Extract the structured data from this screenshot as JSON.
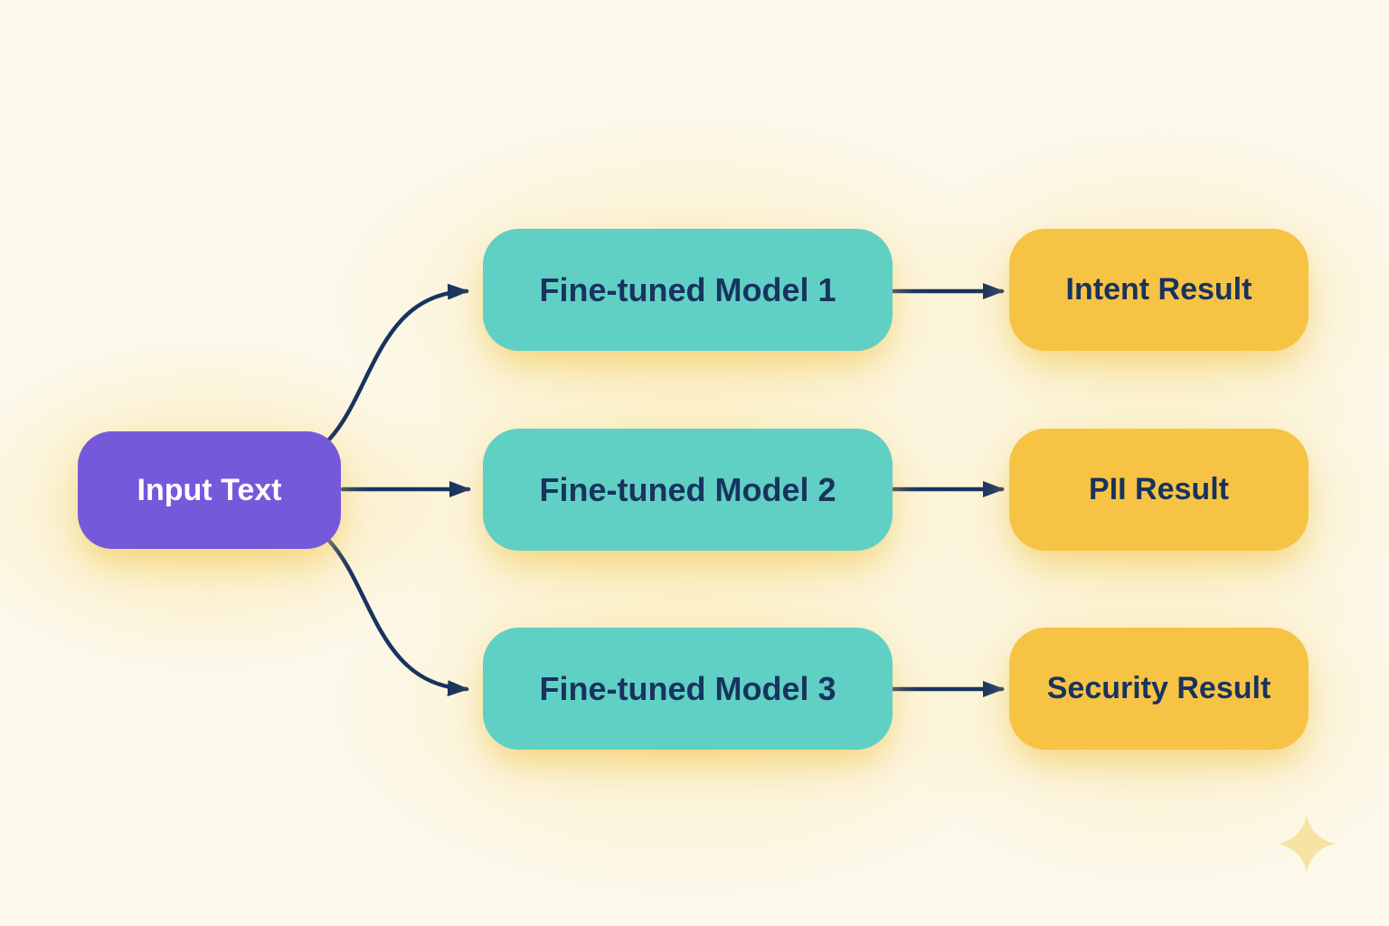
{
  "diagram": {
    "title": "Fine-tuned model routing diagram",
    "background_color": "#FCF8EA",
    "arrow_color": "#18335E",
    "nodes": {
      "input": {
        "label": "Input Text",
        "fill": "#7559DB",
        "text_color": "#FFFFFF"
      },
      "models": [
        {
          "label": "Fine-tuned Model 1",
          "fill": "#60CFC4",
          "text_color": "#18335E"
        },
        {
          "label": "Fine-tuned Model 2",
          "fill": "#60CFC4",
          "text_color": "#18335E"
        },
        {
          "label": "Fine-tuned Model 3",
          "fill": "#60CFC4",
          "text_color": "#18335E"
        }
      ],
      "results": [
        {
          "label": "Intent Result",
          "fill": "#F7C344",
          "text_color": "#18335E"
        },
        {
          "label": "PII Result",
          "fill": "#F7C344",
          "text_color": "#18335E"
        },
        {
          "label": "Security Result",
          "fill": "#F7C344",
          "text_color": "#18335E"
        }
      ]
    },
    "edges": [
      {
        "from": "input",
        "to": "model-1"
      },
      {
        "from": "input",
        "to": "model-2"
      },
      {
        "from": "input",
        "to": "model-3"
      },
      {
        "from": "model-1",
        "to": "result-intent"
      },
      {
        "from": "model-2",
        "to": "result-pii"
      },
      {
        "from": "model-3",
        "to": "result-security"
      }
    ],
    "decoration": {
      "sparkle_color": "#F7E3A3"
    }
  }
}
